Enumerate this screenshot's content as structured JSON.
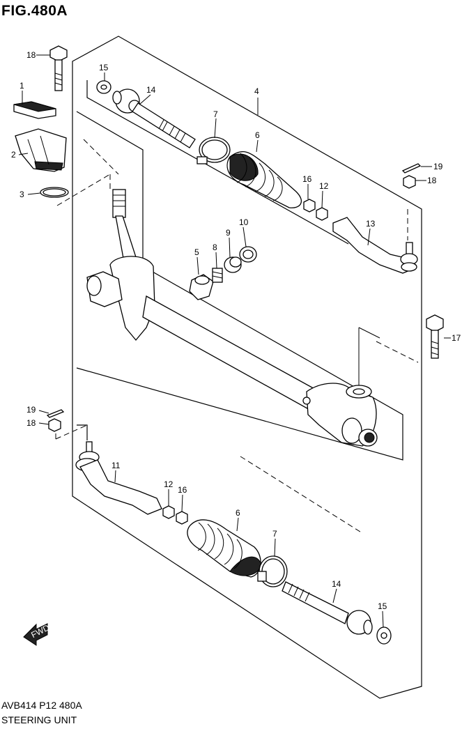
{
  "figure": {
    "title": "FIG.480A",
    "model_code": "AVB414 P12 480A",
    "description": "STEERING UNIT",
    "fwd_label": "FWD"
  },
  "callouts": {
    "c1": "1",
    "c2": "2",
    "c3": "3",
    "c4": "4",
    "c5": "5",
    "c6a": "6",
    "c6b": "6",
    "c7a": "7",
    "c7b": "7",
    "c8": "8",
    "c9": "9",
    "c10": "10",
    "c11": "11",
    "c12a": "12",
    "c12b": "12",
    "c13": "13",
    "c14a": "14",
    "c14b": "14",
    "c15a": "15",
    "c15b": "15",
    "c16a": "16",
    "c16b": "16",
    "c17": "17",
    "c18a": "18",
    "c18b": "18",
    "c18c": "18",
    "c19a": "19",
    "c19b": "19"
  }
}
